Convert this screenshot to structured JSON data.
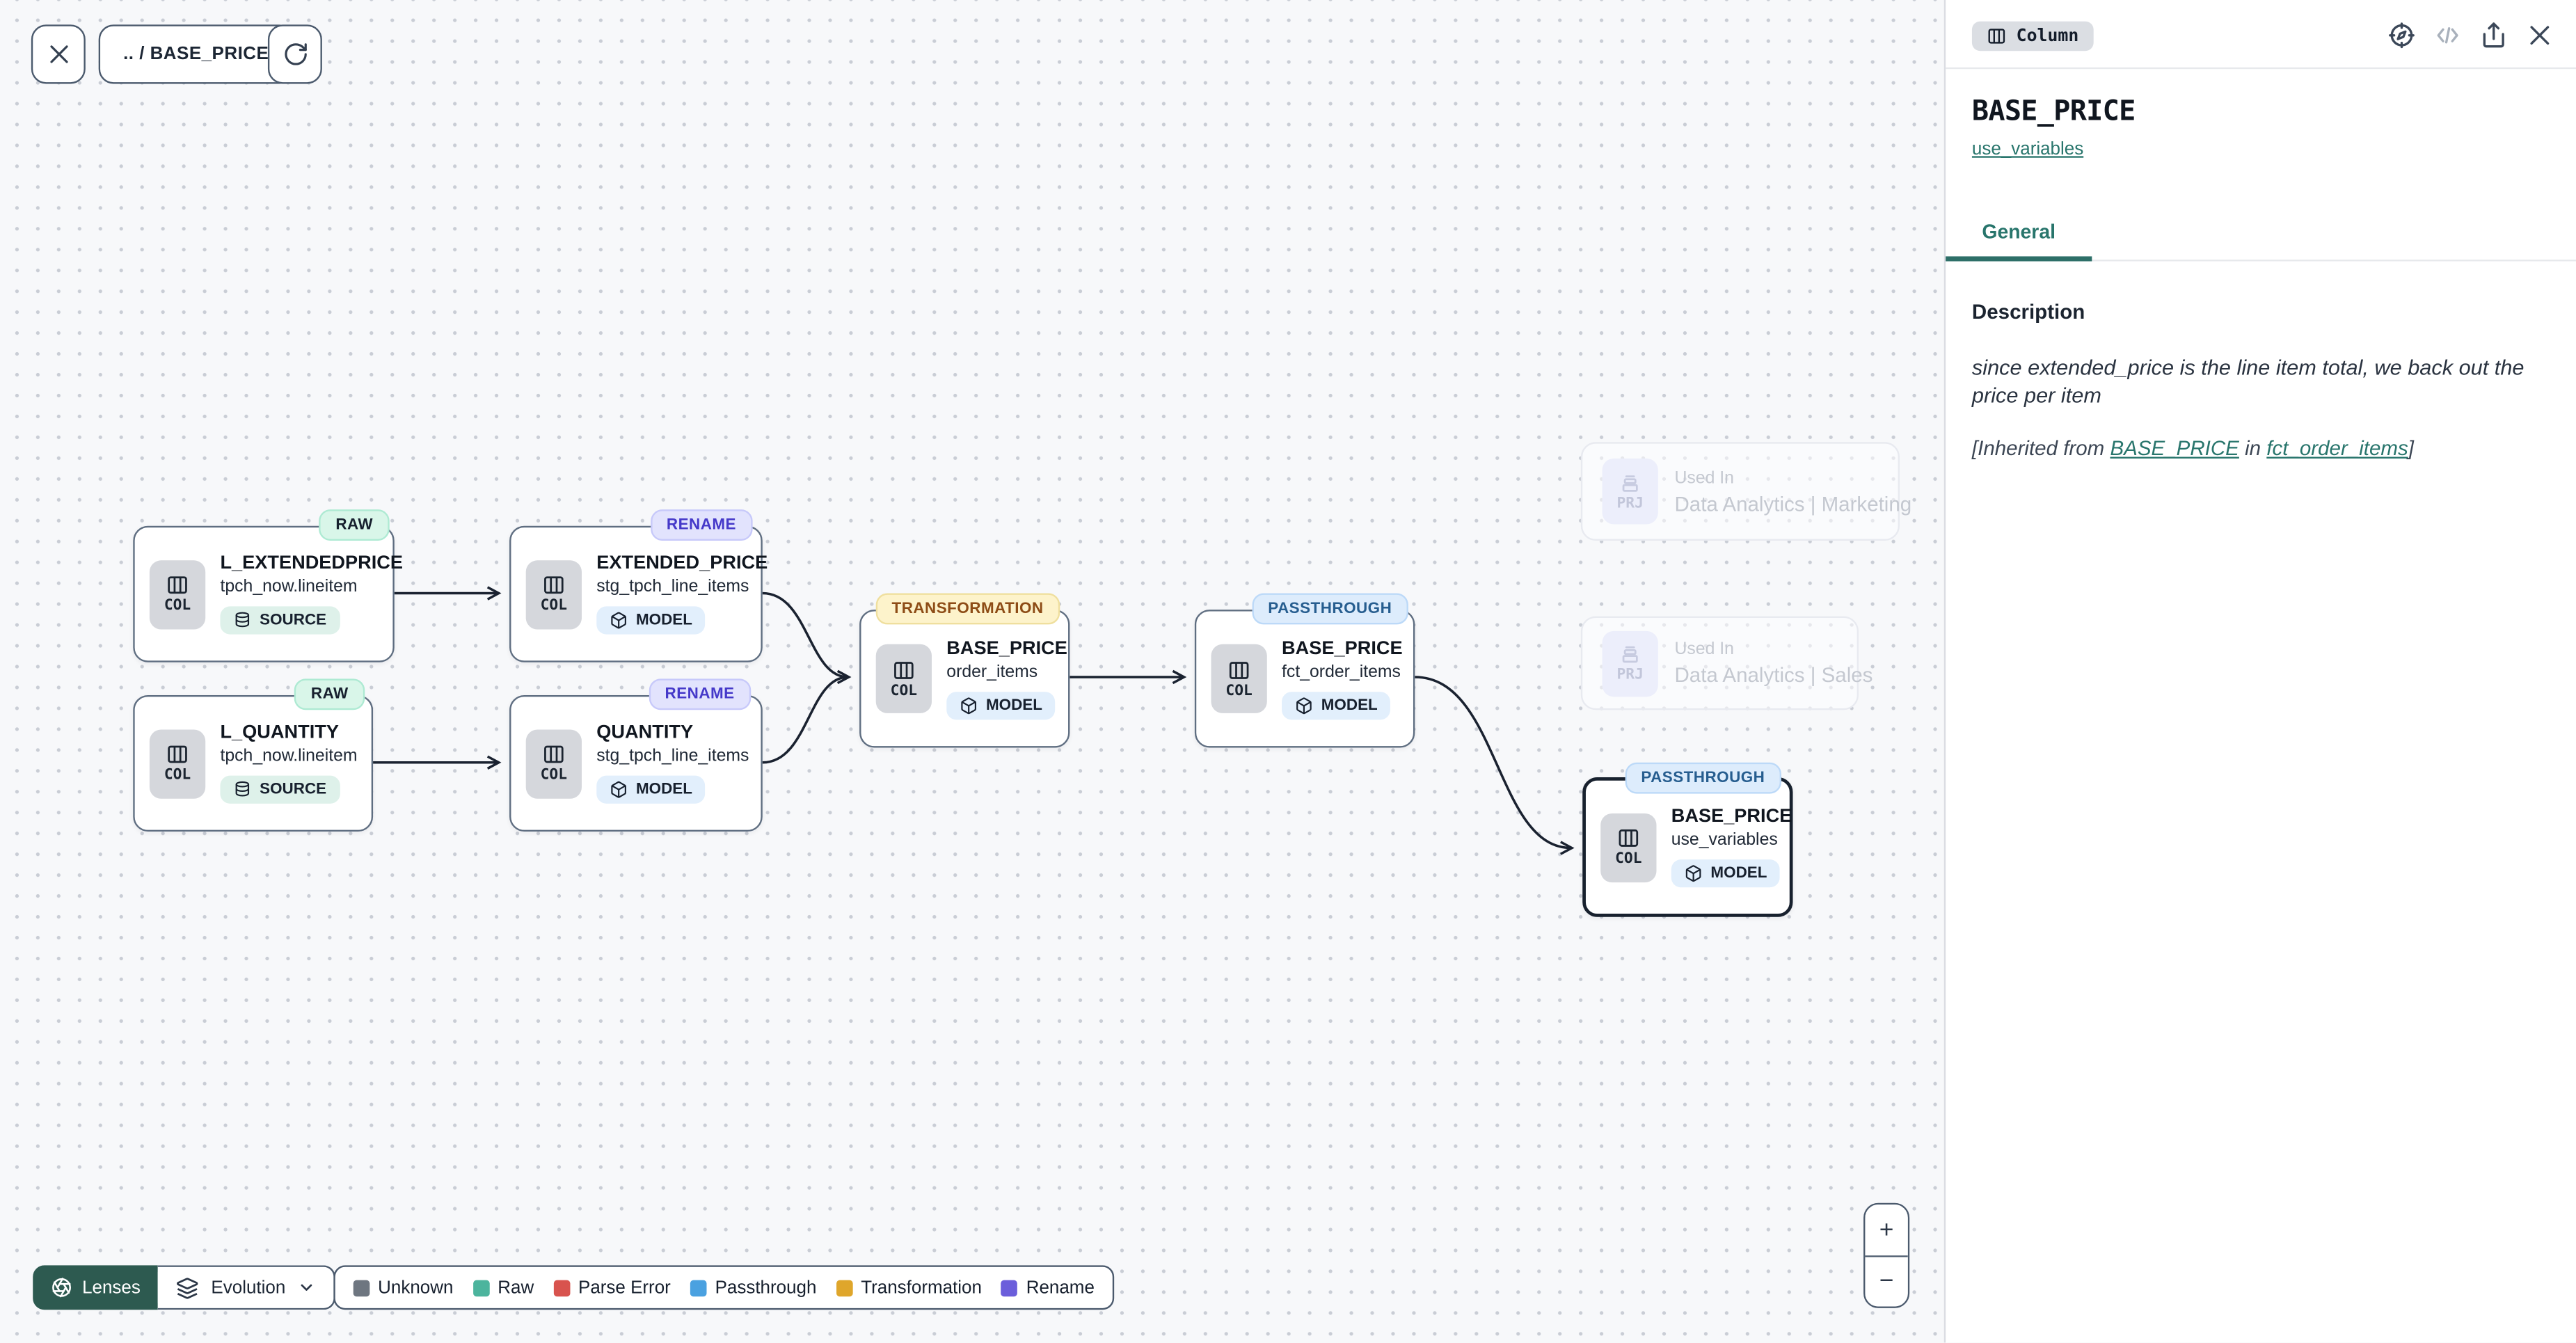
{
  "toolbar": {
    "breadcrumb": ".. / BASE_PRICE"
  },
  "graph": {
    "nodes": [
      {
        "badge": "RAW",
        "title": "L_EXTENDEDPRICE",
        "subtitle": "tpch_now.lineitem",
        "icon_label": "COL",
        "type_label": "SOURCE",
        "selected": false
      },
      {
        "badge": "RENAME",
        "title": "EXTENDED_PRICE",
        "subtitle": "stg_tpch_line_items",
        "icon_label": "COL",
        "type_label": "MODEL",
        "selected": false
      },
      {
        "badge": "RAW",
        "title": "L_QUANTITY",
        "subtitle": "tpch_now.lineitem",
        "icon_label": "COL",
        "type_label": "SOURCE",
        "selected": false
      },
      {
        "badge": "RENAME",
        "title": "QUANTITY",
        "subtitle": "stg_tpch_line_items",
        "icon_label": "COL",
        "type_label": "MODEL",
        "selected": false
      },
      {
        "badge": "TRANSFORMATION",
        "title": "BASE_PRICE",
        "subtitle": "order_items",
        "icon_label": "COL",
        "type_label": "MODEL",
        "selected": false
      },
      {
        "badge": "PASSTHROUGH",
        "title": "BASE_PRICE",
        "subtitle": "fct_order_items",
        "icon_label": "COL",
        "type_label": "MODEL",
        "selected": false
      },
      {
        "badge": "PASSTHROUGH",
        "title": "BASE_PRICE",
        "subtitle": "use_variables",
        "icon_label": "COL",
        "type_label": "MODEL",
        "selected": true
      }
    ],
    "ghosts": [
      {
        "icon_label": "PRJ",
        "used_in": "Used In",
        "project": "Data Analytics | Marketing"
      },
      {
        "icon_label": "PRJ",
        "used_in": "Used In",
        "project": "Data Analytics | Sales"
      }
    ]
  },
  "lenses": {
    "button_label": "Lenses",
    "selected_lens": "Evolution"
  },
  "legend": {
    "items": [
      {
        "label": "Unknown",
        "color": "#6e7680"
      },
      {
        "label": "Raw",
        "color": "#4cb49d"
      },
      {
        "label": "Parse Error",
        "color": "#d8534e"
      },
      {
        "label": "Passthrough",
        "color": "#4aa1e0"
      },
      {
        "label": "Transformation",
        "color": "#dfa62b"
      },
      {
        "label": "Rename",
        "color": "#6b5edb"
      }
    ]
  },
  "zoom_controls": {
    "zoom_in": "+",
    "zoom_out": "−"
  },
  "panel": {
    "type_badge": "Column",
    "title": "BASE_PRICE",
    "subtitle_link": "use_variables",
    "tabs": [
      {
        "label": "General",
        "active": true
      }
    ],
    "description_heading": "Description",
    "description": "since extended_price is the line item total, we back out the price per item",
    "inherited_prefix": "[Inherited from ",
    "inherited_link_column": "BASE_PRICE",
    "inherited_middle": " in ",
    "inherited_link_model": "fct_order_items",
    "inherited_suffix": "]"
  },
  "colors": {
    "accent_teal": "#2d6f68",
    "lenses_button": "#2d5a50",
    "node_border": "#5f6e81",
    "selected_node_border": "#18212e",
    "badge_raw_bg": "#d9f6e9",
    "badge_rename_bg": "#e2e3fd",
    "badge_transformation_bg": "#fdf3cb",
    "badge_passthrough_bg": "#ddecfc"
  },
  "icons": {
    "toolbar": [
      "close-icon",
      "refresh-icon"
    ],
    "node": [
      "columns-icon",
      "database-icon",
      "cube-icon"
    ],
    "panel": [
      "columns-icon",
      "compass-icon",
      "code-icon",
      "share-icon",
      "close-icon"
    ],
    "controls": [
      "aperture-icon",
      "layers-icon",
      "chevron-down-icon",
      "plus-icon",
      "minus-icon"
    ],
    "ghost": [
      "drawers-icon"
    ]
  }
}
